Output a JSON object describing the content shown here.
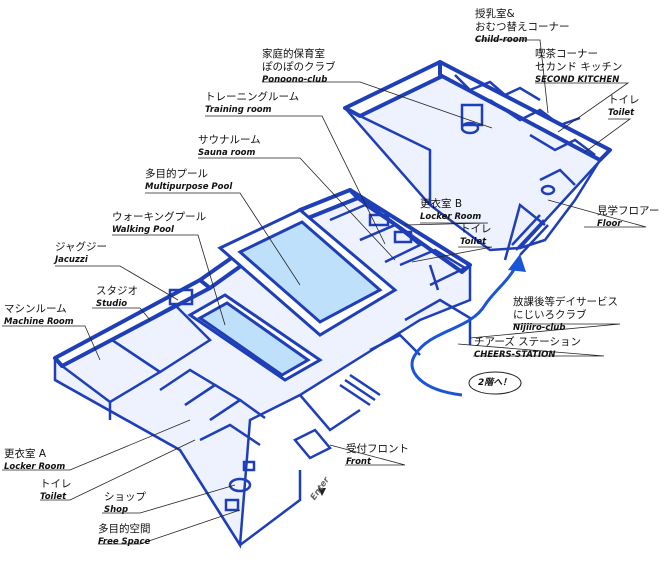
{
  "labels": {
    "child_room": {
      "jp1": "授乳室&",
      "jp2": "おむつ替えコーナー",
      "en": "Child-room"
    },
    "ponoono": {
      "jp1": "家庭的保育室",
      "jp2": "ぽのぽのクラブ",
      "en": "Ponoono-club"
    },
    "second_kitchen": {
      "jp1": "喫茶コーナー",
      "jp2": "セカンド キッチン",
      "en": "SECOND KITCHEN"
    },
    "toilet_top": {
      "jp": "トイレ",
      "en": "Toilet"
    },
    "training": {
      "jp": "トレーニングルーム",
      "en": "Training room"
    },
    "sauna": {
      "jp": "サウナルーム",
      "en": "Sauna room"
    },
    "multipurpose_pool": {
      "jp": "多目的プール",
      "en": "Multipurpose Pool"
    },
    "locker_b": {
      "jp": "更衣室 B",
      "en": "Locker Room"
    },
    "toilet_mid": {
      "jp": "トイレ",
      "en": "Toilet"
    },
    "floor": {
      "jp": "見学フロアー",
      "en": "Floor"
    },
    "walking_pool": {
      "jp": "ウォーキングプール",
      "en": "Walking Pool"
    },
    "jacuzzi": {
      "jp": "ジャグジー",
      "en": "Jacuzzi"
    },
    "studio": {
      "jp": "スタジオ",
      "en": "Studio"
    },
    "machine_room": {
      "jp": "マシンルーム",
      "en": "Machine Room"
    },
    "nijiiro": {
      "jp1": "放課後等デイサービス",
      "jp2": "にじいろクラブ",
      "en": "Nijiiro-club"
    },
    "cheers": {
      "jp": "チアーズ ステーション",
      "en": "CHEERS-STATION"
    },
    "second_floor": {
      "text": "2階へ！"
    },
    "locker_a": {
      "jp": "更衣室 A",
      "en": "Locker Room"
    },
    "front": {
      "jp": "受付フロント",
      "en": "Front"
    },
    "toilet_bottom": {
      "jp": "トイレ",
      "en": "Toilet"
    },
    "shop": {
      "jp": "ショップ",
      "en": "Shop"
    },
    "enter": {
      "text": "Enter"
    },
    "free_space": {
      "jp": "多目的空間",
      "en": "Free Space"
    }
  },
  "colors": {
    "wall": "#1f3fb8",
    "pool": "#bfe0fb",
    "route": "#1a55d8"
  }
}
